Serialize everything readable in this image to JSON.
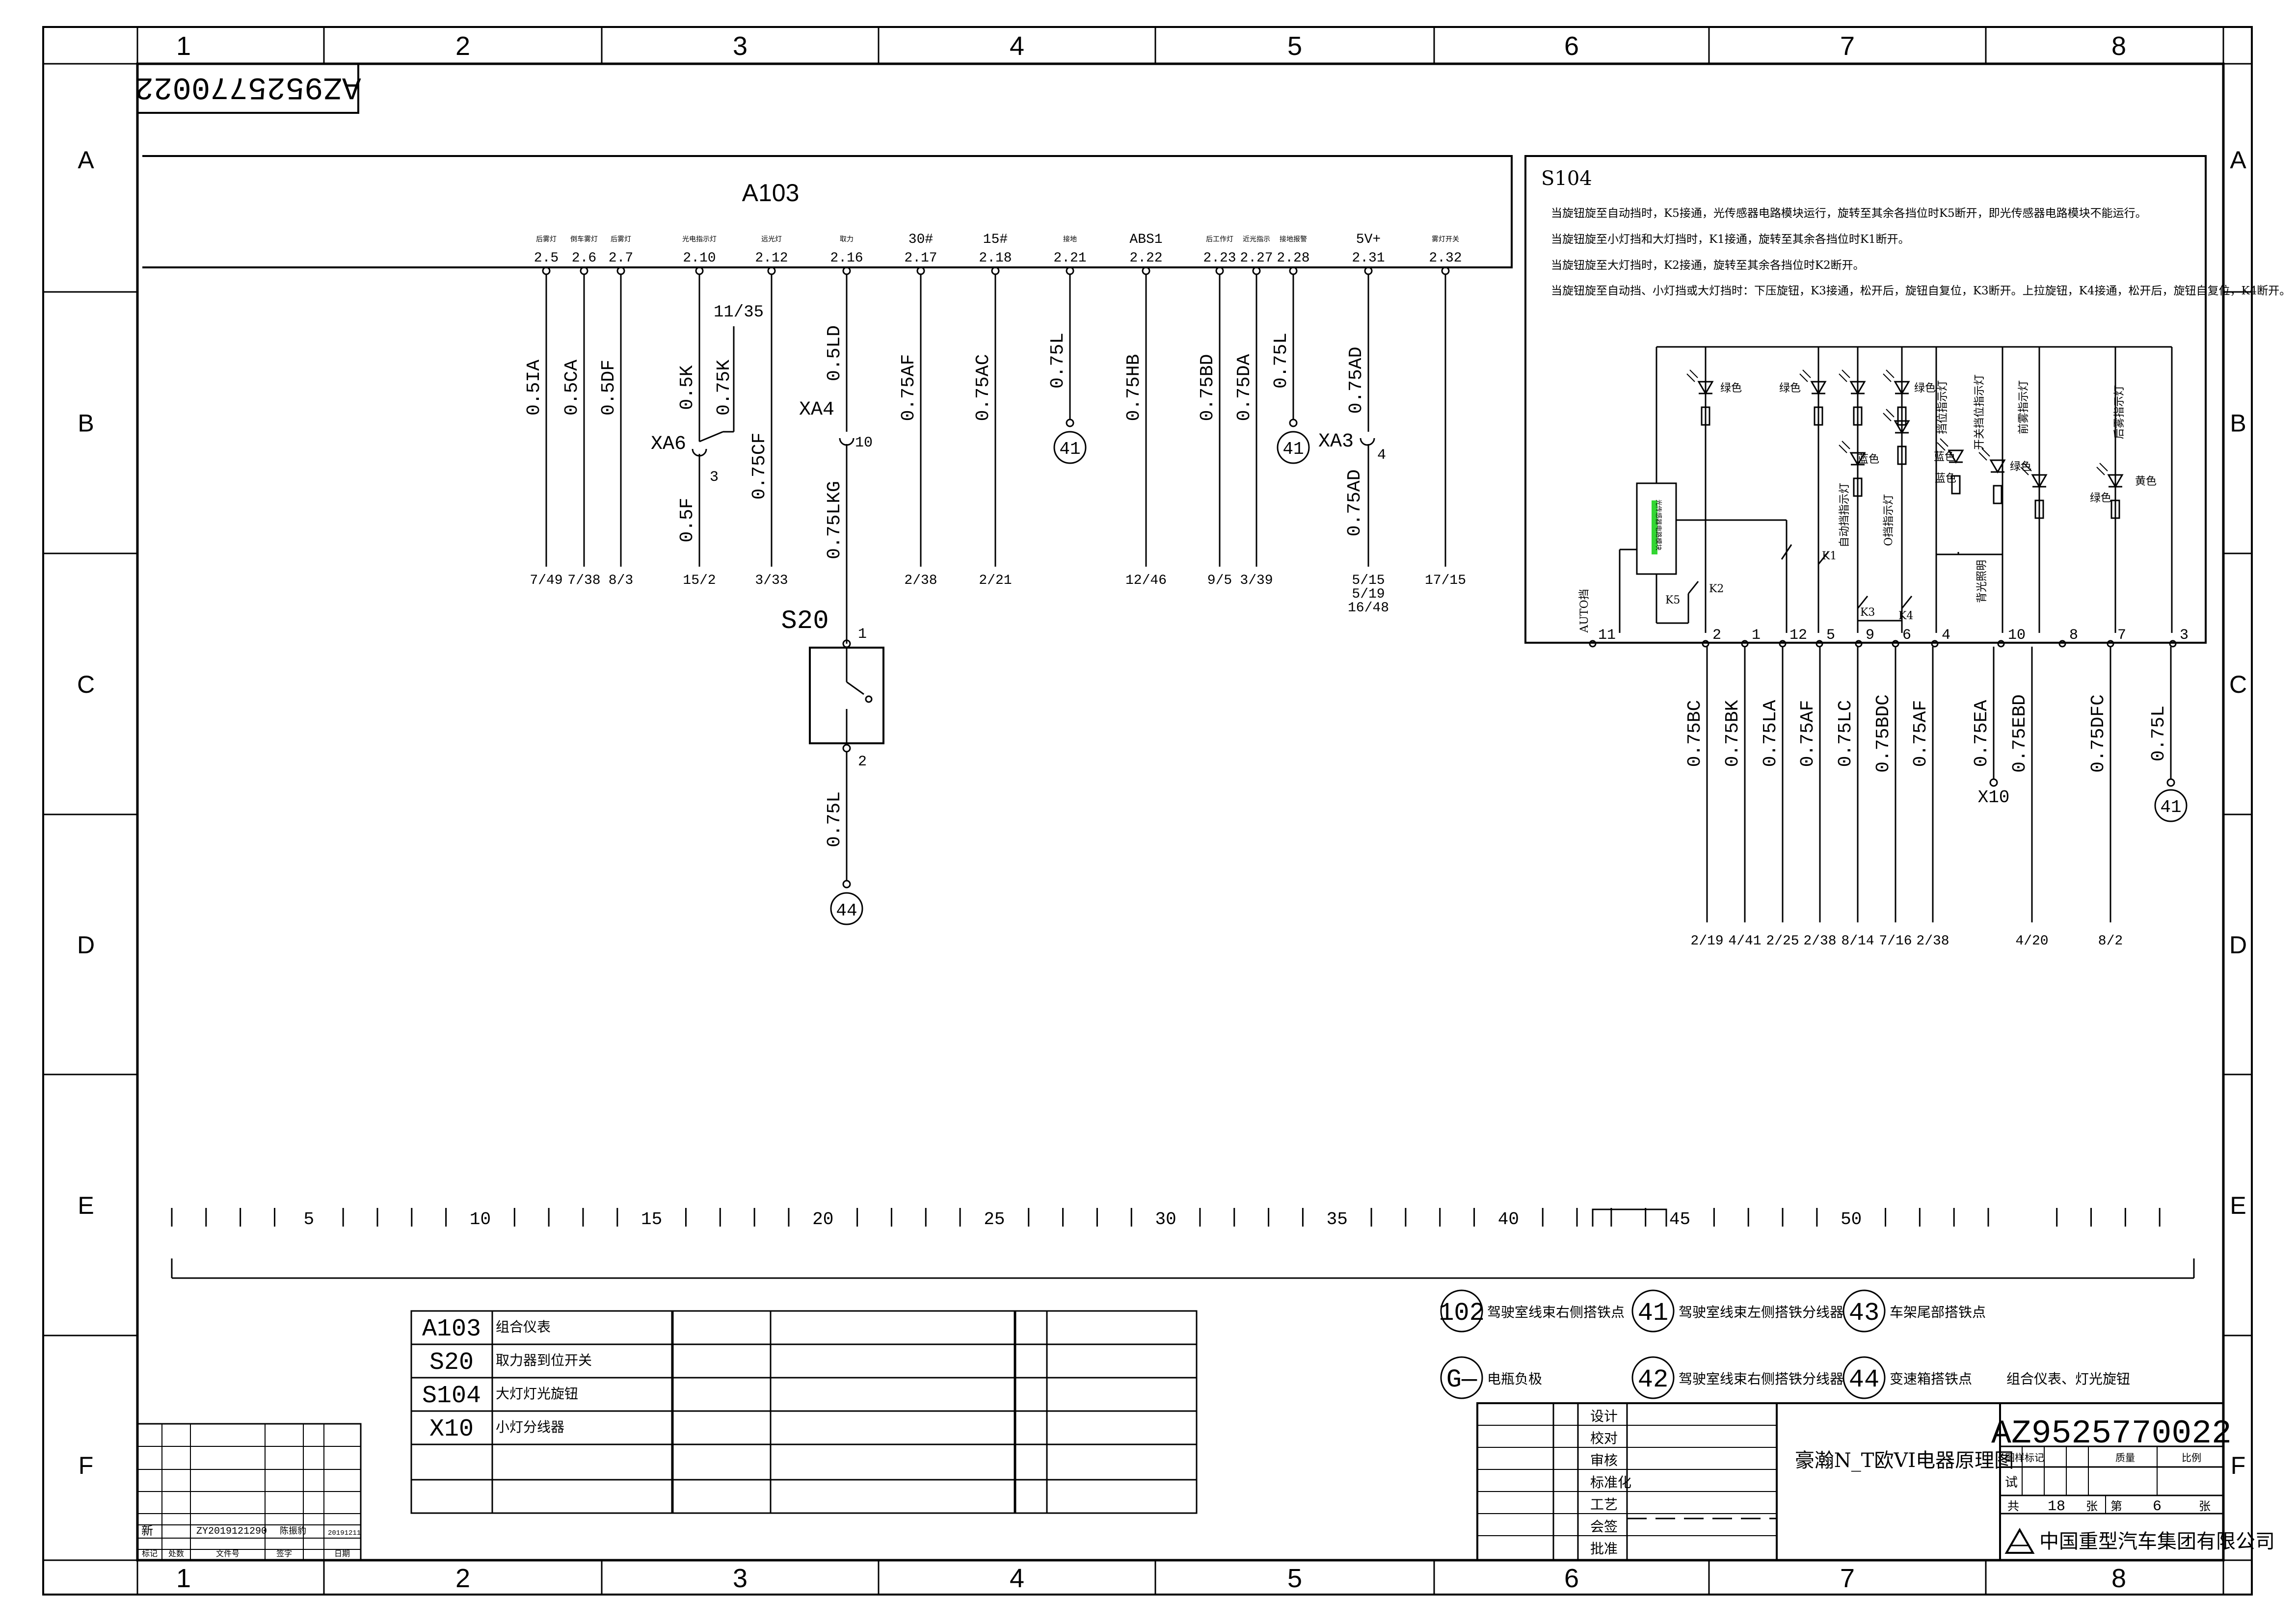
{
  "frame": {
    "col_labels": [
      "1",
      "2",
      "3",
      "4",
      "5",
      "6",
      "7",
      "8"
    ],
    "row_labels": [
      "A",
      "B",
      "C",
      "D",
      "E",
      "F"
    ],
    "drawing_no_rotated": "AZ9525770022"
  },
  "a103": {
    "title": "A103",
    "pins": [
      {
        "name": "后雾灯",
        "pin": "2.5",
        "wire": "0.5IA",
        "dest": "7/49"
      },
      {
        "name": "倒车雾灯",
        "pin": "2.6",
        "wire": "0.5CA",
        "dest": "7/38"
      },
      {
        "name": "后雾灯",
        "pin": "2.7",
        "wire": "0.5DF",
        "dest": "8/3"
      },
      {
        "name": "光电指示灯",
        "pin": "2.10",
        "wire": "0.5K",
        "dest": "15/2"
      },
      {
        "name": "远光灯",
        "pin": "2.12",
        "wire": "0.75CF",
        "dest": "3/33"
      },
      {
        "name": "取力",
        "pin": "2.16",
        "wire": "0.5LD",
        "dest": ""
      },
      {
        "name": "",
        "pin": "2.17",
        "label": "30#",
        "wire": "0.75AF",
        "dest": "2/38"
      },
      {
        "name": "",
        "pin": "2.18",
        "label": "15#",
        "wire": "0.75AC",
        "dest": "2/21"
      },
      {
        "name": "接地",
        "pin": "2.21",
        "wire": "0.75L",
        "dest": ""
      },
      {
        "name": "",
        "pin": "2.22",
        "label": "ABS1",
        "wire": "0.75HB",
        "dest": "12/46"
      },
      {
        "name": "后工作灯",
        "pin": "2.23",
        "wire": "0.75BD",
        "dest": "9/5"
      },
      {
        "name": "近光指示",
        "pin": "2.27",
        "wire": "0.75DA",
        "dest": "3/39"
      },
      {
        "name": "接地报警",
        "pin": "2.28",
        "wire": "0.75L",
        "dest": ""
      },
      {
        "name": "",
        "pin": "2.31",
        "label": "5V+",
        "wire": "0.75AD",
        "dest": "5/15 5/19 16/48"
      },
      {
        "name": "雾灯开关",
        "pin": "2.32",
        "wire": "",
        "dest": "17/15"
      }
    ],
    "xa6": {
      "label": "XA6",
      "pin": "3",
      "wire_out": "0.5F",
      "wire_branch": "0.75K",
      "ref": "11/35"
    },
    "xa4": {
      "label": "XA4",
      "pin": "10",
      "wire_out": "0.75LKG"
    },
    "xa3": {
      "label": "XA3",
      "pin": "4",
      "wire_out": "0.75AD"
    },
    "ground_ref": "41"
  },
  "s20": {
    "title": "S20",
    "pin_top": "1",
    "pin_bottom": "2",
    "wire": "0.75L",
    "ground": "44"
  },
  "s104": {
    "title": "S104",
    "notes": [
      "当旋钮旋至自动挡时，K5接通，光传感器电路模块运行，旋转至其余各挡位时K5断开，即光传感器电路模块不能运行。",
      "当旋钮旋至小灯挡和大灯挡时，K1接通，旋转至其余各挡位时K1断开。",
      "当旋钮旋至大灯挡时，K2接通，旋转至其余各挡位时K2断开。",
      "当旋钮旋至自动挡、小灯挡或大灯挡时：下压旋钮，K3接通，松开后，旋钮自复位，K3断开。上拉旋钮，K4接通，松开后，旋钮自复位，K4断开。"
    ],
    "led_colors": {
      "green": "绿色",
      "blue": "蓝色",
      "yellow": "黄色"
    },
    "lamp_labels": [
      "自动挡指示灯",
      "O挡指示灯",
      "挡位指示灯",
      "开关挡位指示灯",
      "前雾指示灯",
      "后雾指示灯",
      "背光照明"
    ],
    "module_label": "光传感器电路模块",
    "switch_labels": [
      "K1",
      "K2",
      "K3",
      "K4",
      "K5"
    ],
    "auto_label": "AUTO挡",
    "terminals": [
      "11",
      "2",
      "1",
      "12",
      "5",
      "9",
      "6",
      "4",
      "10",
      "8",
      "7",
      "3"
    ],
    "outputs": [
      {
        "wire": "0.75BC",
        "dest": "2/19"
      },
      {
        "wire": "0.75BK",
        "dest": "4/41"
      },
      {
        "wire": "0.75LA",
        "dest": "2/25"
      },
      {
        "wire": "0.75AF",
        "dest": "2/38"
      },
      {
        "wire": "0.75LC",
        "dest": "8/14"
      },
      {
        "wire": "0.75BDC",
        "dest": "7/16"
      },
      {
        "wire": "0.75AF",
        "dest": "2/38"
      },
      {
        "wire": "0.75EA",
        "dest": "X10"
      },
      {
        "wire": "0.75EBD",
        "dest": "4/20"
      },
      {
        "wire": "0.75DFC",
        "dest": "8/2"
      },
      {
        "wire": "0.75L",
        "dest": "41"
      }
    ]
  },
  "ruler": {
    "labels": [
      "5",
      "10",
      "15",
      "20",
      "25",
      "30",
      "35",
      "40",
      "45",
      "50"
    ]
  },
  "parts": [
    {
      "code": "A103",
      "desc": "组合仪表"
    },
    {
      "code": "S20",
      "desc": "取力器到位开关"
    },
    {
      "code": "S104",
      "desc": "大灯灯光旋钮"
    },
    {
      "code": "X10",
      "desc": "小灯分线器"
    }
  ],
  "legend": [
    {
      "code": "102",
      "desc": "驾驶室线束右侧搭铁点"
    },
    {
      "code": "41",
      "desc": "驾驶室线束左侧搭铁分线器"
    },
    {
      "code": "43",
      "desc": "车架尾部搭铁点"
    },
    {
      "code": "G—",
      "desc": "电瓶负极"
    },
    {
      "code": "42",
      "desc": "驾驶室线束右侧搭铁分线器"
    },
    {
      "code": "44",
      "desc": "变速箱搭铁点"
    }
  ],
  "sheet_subject": "组合仪表、灯光旋钮",
  "revision": {
    "row_mark": "新",
    "doc_no": "ZY2019121290",
    "signer": "陈振豹",
    "date": "20191211",
    "headers": [
      "标记",
      "处数",
      "文件号",
      "签字",
      "日期"
    ]
  },
  "title_block": {
    "roles": [
      "设计",
      "校对",
      "审核",
      "标准化",
      "工艺",
      "会签",
      "批准"
    ],
    "title": "豪瀚N_T欧VI电器原理图",
    "number": "AZ9525770022",
    "stage_headers": [
      "图样标记",
      "质量",
      "比例"
    ],
    "stage": "试",
    "total_label": "共",
    "total": "18",
    "sheet_label": "张",
    "sheet_no_label": "第",
    "sheet_no": "6",
    "sheet_suffix": "张",
    "company": "中国重型汽车集团有限公司"
  }
}
